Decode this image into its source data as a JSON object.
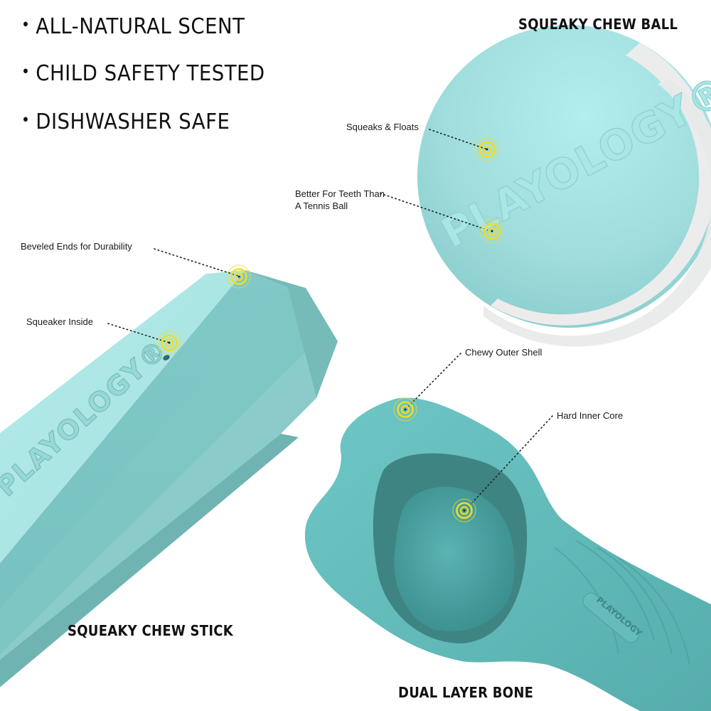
{
  "features": [
    {
      "label": "ALL-NATURAL SCENT"
    },
    {
      "label": "CHILD SAFETY TESTED"
    },
    {
      "label": "DISHWASHER SAFE"
    }
  ],
  "bullet": "•",
  "products": {
    "ball": {
      "title": "SQUEAKY CHEW BALL",
      "brand": "PLAYOLOGY",
      "callouts": [
        {
          "label": "Squeaks & Floats"
        },
        {
          "label_line1": "Better For Teeth Than",
          "label_line2": "A Tennis Ball"
        }
      ]
    },
    "stick": {
      "title": "SQUEAKY CHEW STICK",
      "brand": "PLAYOLOGY",
      "callouts": [
        {
          "label": "Beveled Ends for Durability"
        },
        {
          "label": "Squeaker Inside"
        }
      ]
    },
    "bone": {
      "title": "DUAL LAYER BONE",
      "brand": "PLAYOLOGY",
      "callouts": [
        {
          "label": "Chewy Outer Shell"
        },
        {
          "label": "Hard Inner Core"
        }
      ]
    }
  },
  "colors": {
    "ball_teal": "#9edfe0",
    "stick_teal": "#8fd3d2",
    "bone_teal": "#5fb9b8",
    "core_teal": "#4aa3a2",
    "marker_yellow": "#f2dc1f",
    "text": "#111111"
  }
}
